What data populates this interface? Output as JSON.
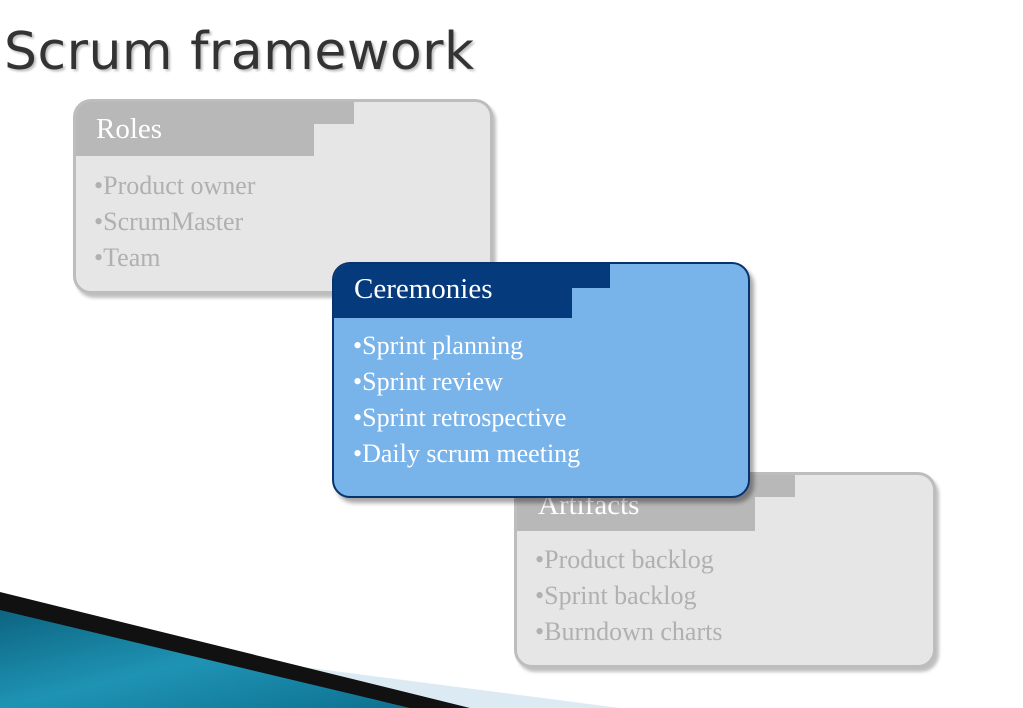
{
  "slide": {
    "title": "Scrum framework"
  },
  "cards": {
    "roles": {
      "heading": "Roles",
      "items": [
        "Product owner",
        "ScrumMaster",
        "Team"
      ]
    },
    "ceremonies": {
      "heading": "Ceremonies",
      "items": [
        "Sprint planning",
        "Sprint review",
        "Sprint retrospective",
        "Daily scrum meeting"
      ]
    },
    "artifacts": {
      "heading": "Artifacts",
      "items": [
        "Product backlog",
        "Sprint backlog",
        "Burndown charts"
      ]
    }
  },
  "bullet_char": "•",
  "colors": {
    "highlight_card_fill": "#78b3ea",
    "highlight_card_header": "#053a7c",
    "dimmed_card_fill": "#e6e6e6",
    "dimmed_card_header": "#b8b8b8",
    "dimmed_text": "#b0b0b0"
  }
}
